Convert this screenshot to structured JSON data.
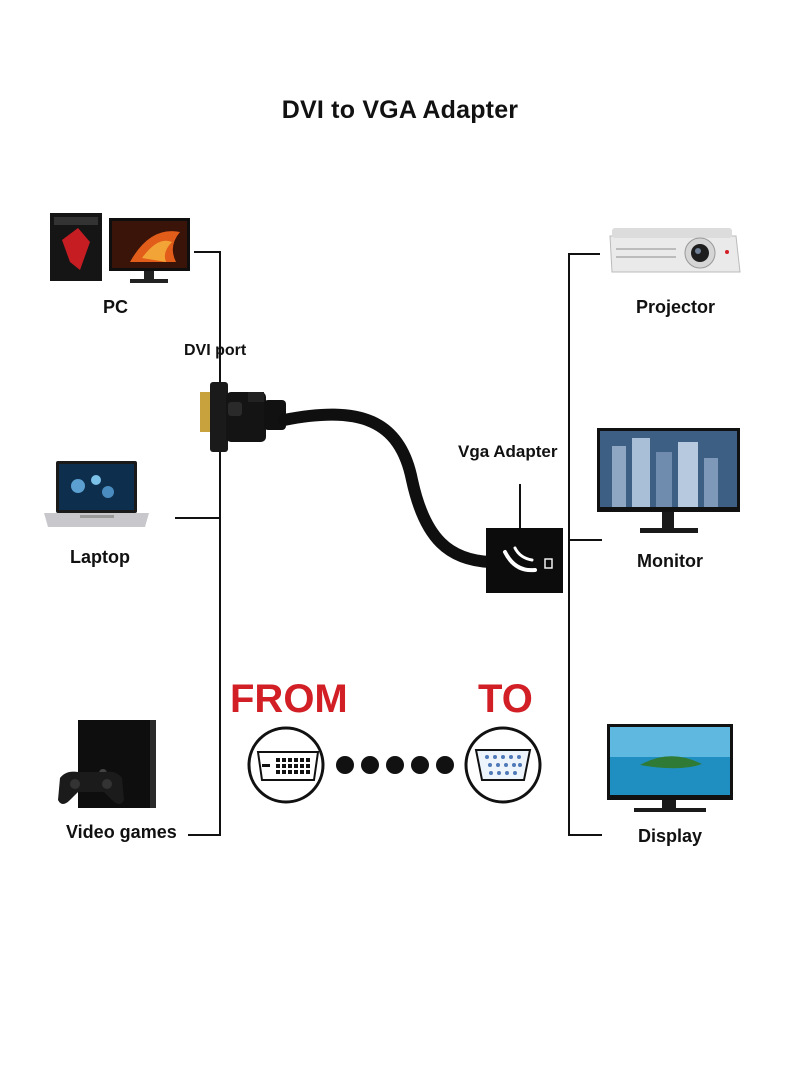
{
  "title": "DVI to VGA Adapter",
  "left_devices": [
    {
      "label": "PC",
      "icon": "pc-tower-and-monitor-icon"
    },
    {
      "label": "Laptop",
      "icon": "laptop-icon"
    },
    {
      "label": "Video games",
      "icon": "game-console-icon"
    }
  ],
  "right_devices": [
    {
      "label": "Projector",
      "icon": "projector-icon"
    },
    {
      "label": "Monitor",
      "icon": "monitor-icon"
    },
    {
      "label": "Display",
      "icon": "display-icon"
    }
  ],
  "dvi_port_label": "DVI port",
  "vga_adapter_label": "Vga Adapter",
  "from_label": "FROM",
  "to_label": "TO",
  "colors": {
    "accent_red": "#d21f26",
    "line": "#111111"
  }
}
